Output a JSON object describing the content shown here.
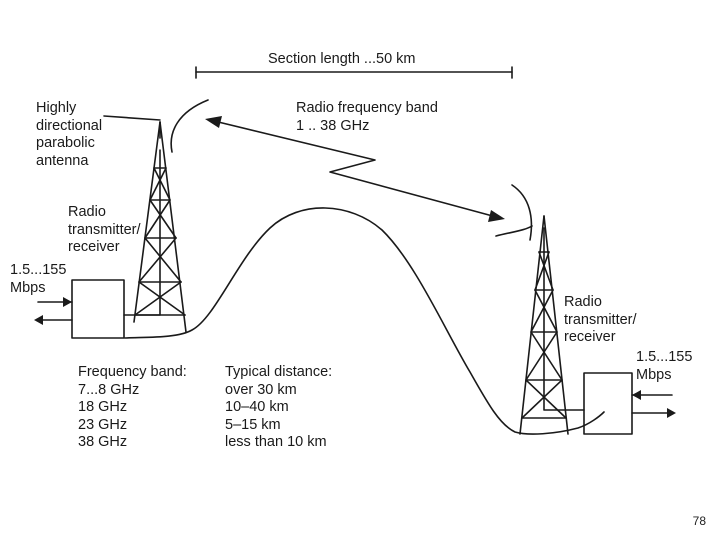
{
  "section_length": "Section length ...50 km",
  "radio_band": {
    "title": "Radio frequency band",
    "value": "1 .. 38 GHz"
  },
  "antenna_label": [
    "Highly",
    "directional",
    "parabolic",
    "antenna"
  ],
  "left_radio_label": [
    "Radio",
    "transmitter/",
    "receiver"
  ],
  "right_radio_label": [
    "Radio",
    "transmitter/",
    "receiver"
  ],
  "left_rate": [
    "1.5...155",
    "Mbps"
  ],
  "right_rate": [
    "1.5...155",
    "Mbps"
  ],
  "frequency_band": {
    "header": "Frequency band:",
    "values": [
      "7...8 GHz",
      "18 GHz",
      "23 GHz",
      "38 GHz"
    ]
  },
  "typical_distance": {
    "header": "Typical distance:",
    "values": [
      "over 30 km",
      "10–40 km",
      "5–15 km",
      "less than 10 km"
    ]
  },
  "page_number": "78"
}
